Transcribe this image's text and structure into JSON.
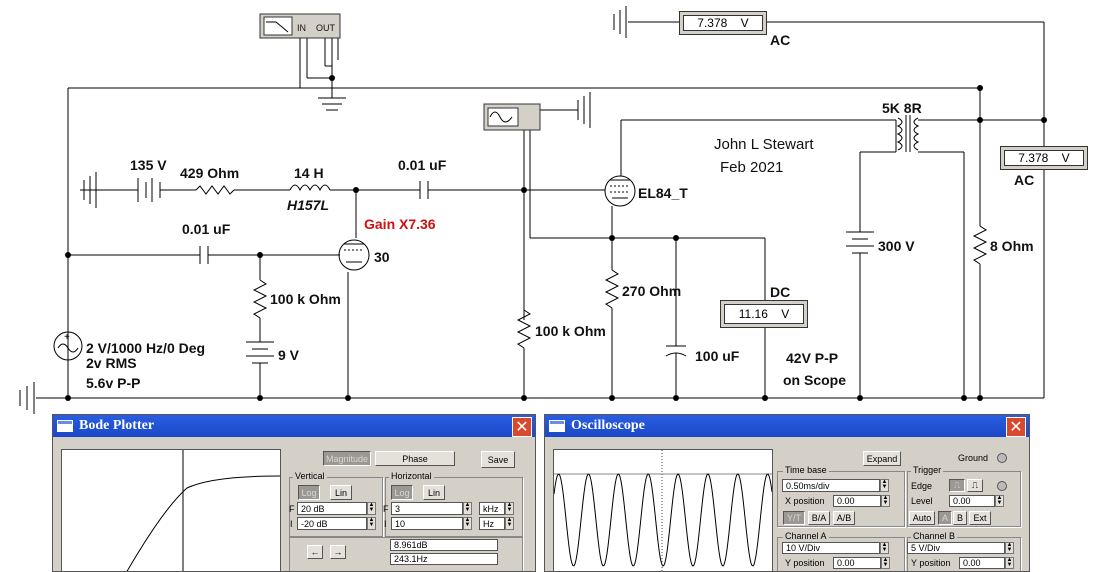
{
  "schematic": {
    "source_label_1": "2 V/1000 Hz/0 Deg",
    "source_label_2": "2v RMS",
    "source_label_3": "5.6v P-P",
    "battery_135": "135 V",
    "res_429": "429  Ohm",
    "inductor_14h": "14 H",
    "inductor_model": "H157L",
    "cap_top": "0.01 uF",
    "cap_left": "0.01 uF",
    "gain": "Gain X7.36",
    "tube_30": "30",
    "res_100k_left": "100 k Ohm",
    "battery_9v": "9 V",
    "res_100k_mid": "100 k Ohm",
    "tube_el84": "EL84_T",
    "res_270": "270  Ohm",
    "cap_100uf": "100 uF",
    "author": "John L Stewart",
    "date": "Feb 2021",
    "transformer": "5K 8R",
    "battery_300": "300 V",
    "res_8ohm": "8  Ohm",
    "note_1": "42V P-P",
    "note_2": "on Scope",
    "bode_in": "IN",
    "bode_out": "OUT"
  },
  "meters": {
    "top": {
      "value": "7.378",
      "unit": "V",
      "mode": "AC"
    },
    "right": {
      "value": "7.378",
      "unit": "V",
      "mode": "AC"
    },
    "dc": {
      "value": "11.16",
      "unit": "V",
      "mode": "DC"
    }
  },
  "bode": {
    "title": "Bode Plotter",
    "magnitude_label": "Magnitude",
    "phase_label": "Phase",
    "save_label": "Save",
    "vertical_label": "Vertical",
    "horizontal_label": "Horizontal",
    "log_label": "Log",
    "lin_label": "Lin",
    "f_label": "F",
    "i_label": "I",
    "v_final": "20 dB",
    "v_initial": "-20 dB",
    "h_final": "3",
    "h_final_unit": "kHz",
    "h_initial": "10",
    "h_initial_unit": "Hz",
    "left_arrow": "←",
    "right_arrow": "→",
    "readout_db": "8.961dB",
    "readout_freq": "243.1Hz"
  },
  "scope": {
    "title": "Oscilloscope",
    "expand_label": "Expand",
    "ground_label": "Ground",
    "timebase_label": "Time base",
    "timebase_value": "0.50ms/div",
    "xpos_label": "X position",
    "xpos_value": "0.00",
    "yt_label": "Y/T",
    "ba_label": "B/A",
    "ab_label": "A/B",
    "trigger_label": "Trigger",
    "edge_label": "Edge",
    "level_label": "Level",
    "level_value": "0.00",
    "auto_label": "Auto",
    "a_label": "A",
    "b_label": "B",
    "ext_label": "Ext",
    "chA_label": "Channel A",
    "chA_value": "10  V/Div",
    "chA_ypos_label": "Y position",
    "chA_ypos": "0.00",
    "chB_label": "Channel B",
    "chB_value": "5  V/Div",
    "chB_ypos_label": "Y position",
    "chB_ypos": "0.00"
  }
}
